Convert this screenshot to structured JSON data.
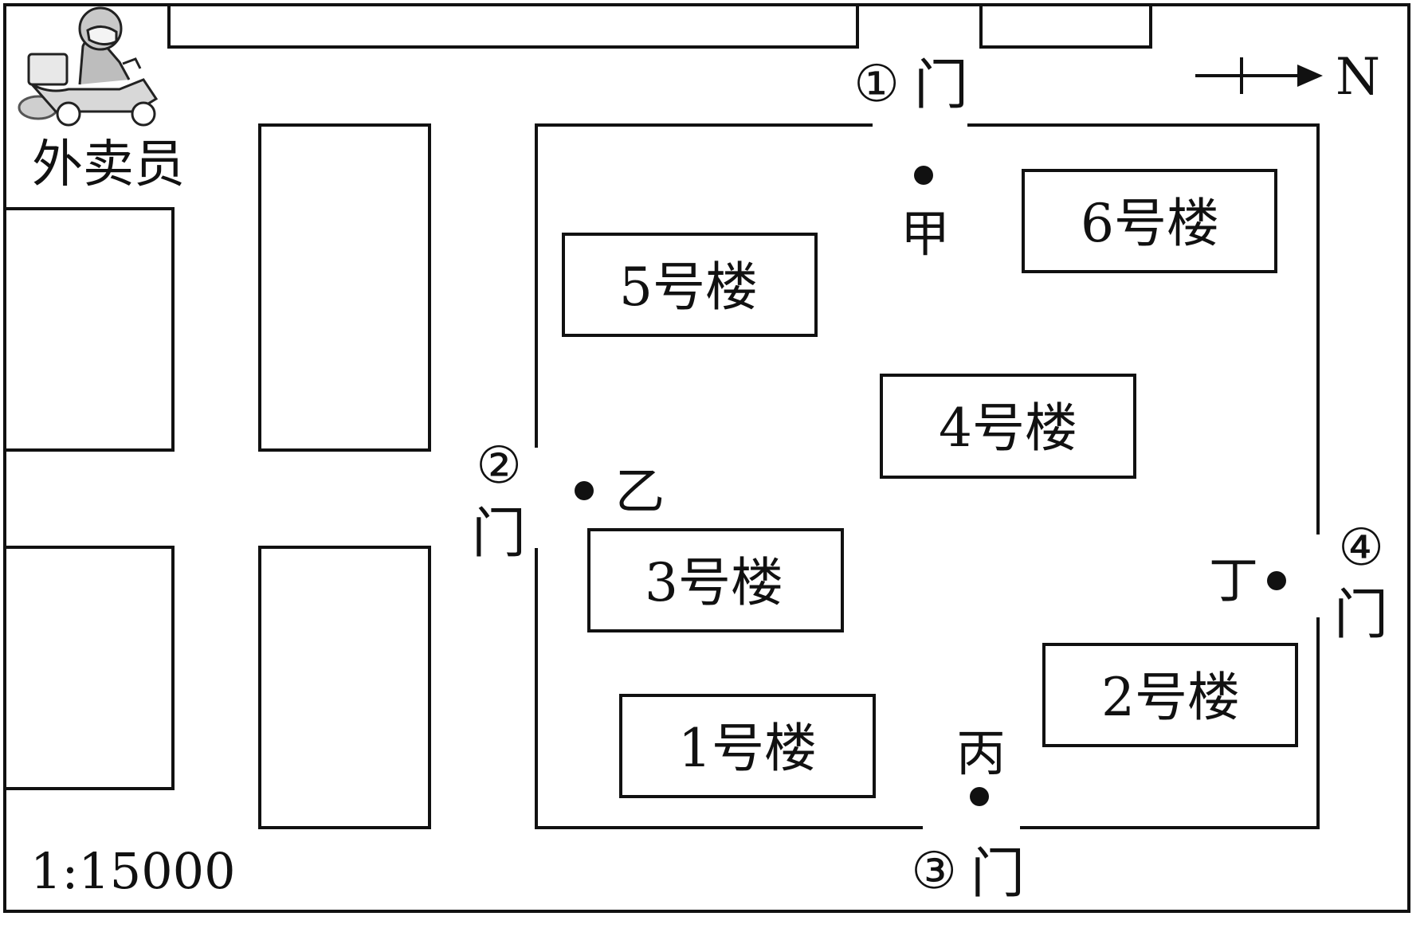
{
  "map": {
    "courier_label": "外卖员",
    "north_label": "N",
    "scale_text": "1:15000",
    "courier_icon": "courier-on-scooter-icon",
    "buildings": [
      {
        "label": "6号楼"
      },
      {
        "label": "5号楼"
      },
      {
        "label": "4号楼"
      },
      {
        "label": "3号楼"
      },
      {
        "label": "2号楼"
      },
      {
        "label": "1号楼"
      }
    ],
    "gates": [
      {
        "number": "①",
        "label": "门"
      },
      {
        "number": "②",
        "label": "门"
      },
      {
        "number": "③",
        "label": "门"
      },
      {
        "number": "④",
        "label": "门"
      }
    ],
    "points": [
      {
        "label": "甲"
      },
      {
        "label": "乙"
      },
      {
        "label": "丙"
      },
      {
        "label": "丁"
      }
    ]
  }
}
